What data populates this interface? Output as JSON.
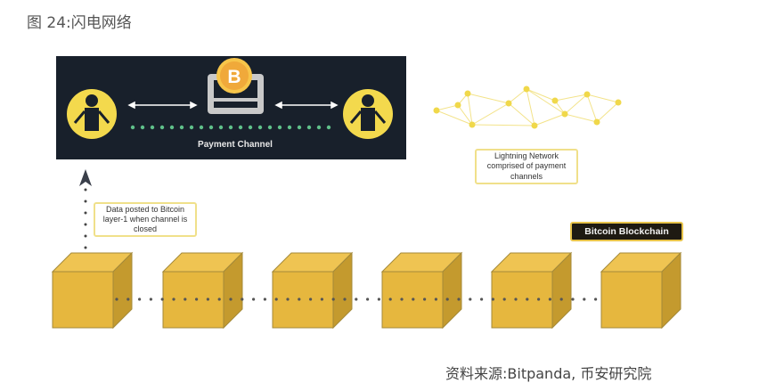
{
  "title": "图 24:闪电网络",
  "payment_channel_label": "Payment Channel",
  "lightning_label": "Lightning Network comprised of payment channels",
  "data_posted_label": "Data posted to Bitcoin layer-1 when channel is closed",
  "blockchain_label": "Bitcoin Blockchain",
  "coin_symbol": "B",
  "source": "资料来源:Bitpanda, 币安研究院",
  "colors": {
    "dark": "#18202b",
    "gold": "#e6b73e",
    "yellow": "#f3d94d",
    "green": "#5fc08a"
  }
}
